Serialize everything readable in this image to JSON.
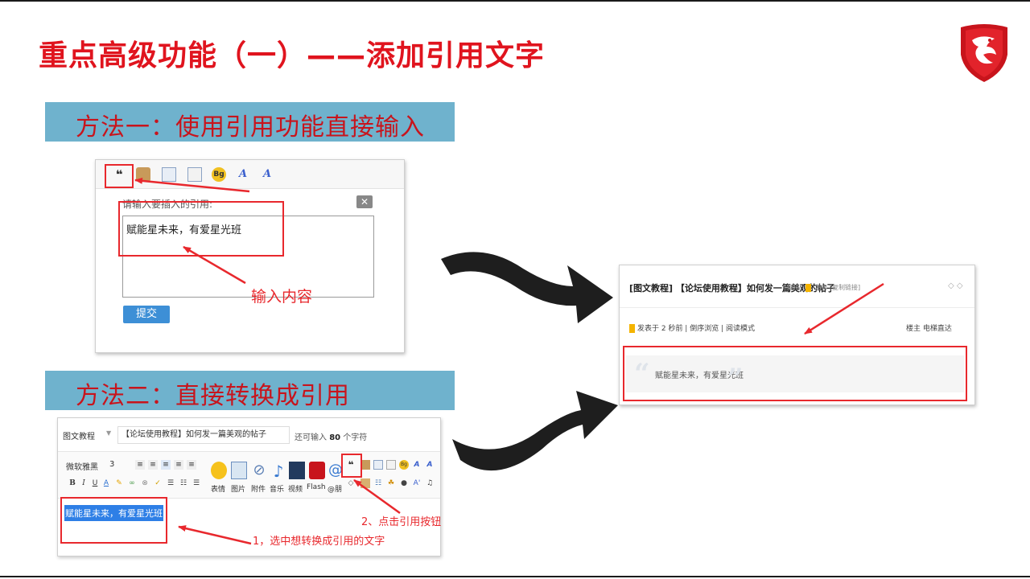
{
  "slide": {
    "title": "重点高级功能（一）——添加引用文字",
    "method1": "方法一：使用引用功能直接输入",
    "method2": "方法二：直接转换成引用"
  },
  "dialog": {
    "label": "请输入要插入的引用:",
    "close": "✕",
    "input_value": "赋能星未来，有爱星光班",
    "submit": "提交"
  },
  "editor": {
    "category": "图文教程",
    "subject": "【论坛使用教程】如何发一篇美观的帖子",
    "remain_prefix": "还可输入",
    "remain_count": "80",
    "remain_suffix": "个字符",
    "font": "微软雅黑",
    "size": "3",
    "tools": [
      "表情",
      "图片",
      "附件",
      "音乐",
      "视频",
      "Flash",
      "@朋"
    ],
    "selected_text": "赋能星未来，有爱星光班"
  },
  "post": {
    "title": "[图文教程] 【论坛使用教程】如何发一篇美观的帖子",
    "meta_copy": "[复制]",
    "meta_tag": "发表",
    "meta_link": "[复制链接]",
    "fav": "◇ ◇",
    "info": "发表于 2 秒前 | 倒序浏览 | 阅读模式",
    "owner": "楼主 电梯直达",
    "quote": "赋能星未来，有爱星光班"
  },
  "annotations": {
    "input_content": "输入内容",
    "step2": "2、点击引用按钮",
    "step1": "1，选中想转换成引用的文字"
  },
  "colors": {
    "title_red": "#e0141e",
    "banner_blue": "#6fb2cd",
    "annotation_red": "#e8282d",
    "submit_blue": "#3d8fd6",
    "selection_blue": "#2e7fe6"
  }
}
